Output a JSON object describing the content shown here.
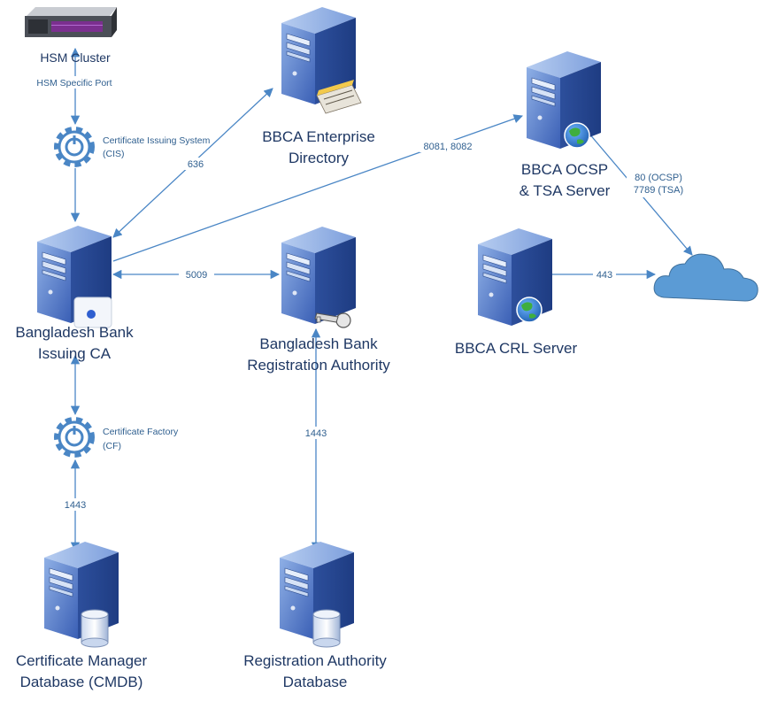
{
  "nodes": {
    "hsm": {
      "label": "HSM Cluster",
      "icon": "hsm-appliance-icon"
    },
    "cis": {
      "label_line1": "Certificate Issuing System",
      "label_line2": "(CIS)",
      "icon": "gear-icon"
    },
    "directory": {
      "label_line1": "BBCA Enterprise",
      "label_line2": "Directory",
      "icon": "directory-server-icon"
    },
    "ocsp": {
      "label_line1": "BBCA OCSP",
      "label_line2": "& TSA Server",
      "icon": "web-server-icon"
    },
    "issuing_ca": {
      "label_line1": "Bangladesh Bank",
      "label_line2": "Issuing CA",
      "icon": "ca-server-icon"
    },
    "ra": {
      "label_line1": "Bangladesh Bank",
      "label_line2": "Registration Authority",
      "icon": "ra-server-icon"
    },
    "crl": {
      "label": "BBCA CRL Server",
      "icon": "web-server-icon"
    },
    "internet": {
      "icon": "cloud-icon"
    },
    "cf": {
      "label_line1": "Certificate Factory",
      "label_line2": "(CF)",
      "icon": "gear-icon"
    },
    "cmdb": {
      "label_line1": "Certificate Manager",
      "label_line2": "Database (CMDB)",
      "icon": "database-server-icon"
    },
    "radb": {
      "label_line1": "Registration Authority",
      "label_line2": "Database",
      "icon": "database-server-icon"
    }
  },
  "edges": {
    "hsm_cis": "HSM Specific Port",
    "ca_directory": "636",
    "ca_ocsp": "8081, 8082",
    "ocsp_cloud_line1": "80 (OCSP)",
    "ocsp_cloud_line2": "7789 (TSA)",
    "ca_ra": "5009",
    "crl_cloud": "443",
    "ra_radb": "1443",
    "cf_cmdb": "1443"
  },
  "colors": {
    "connector": "#4a86c5",
    "server_front": "#4472c4",
    "label_text": "#1f3864",
    "cloud": "#5b9bd5"
  }
}
